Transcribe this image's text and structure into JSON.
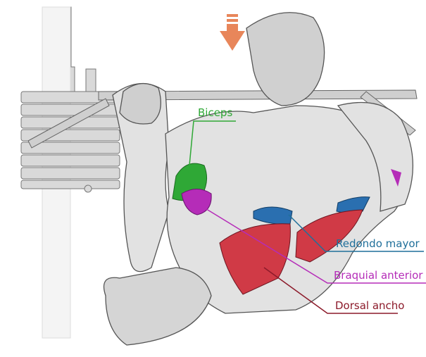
{
  "labels": {
    "biceps": "Biceps",
    "redondo_mayor": "Redondo mayor",
    "braquial_anterior": "Braquial anterior",
    "dorsal_ancho": "Dorsal ancho"
  },
  "colors": {
    "biceps": "#2fa836",
    "redondo_mayor": "#1f6f9a",
    "braquial_anterior": "#b52cb8",
    "dorsal_ancho": "#8c1a2a",
    "arrow": "#e8865a"
  }
}
